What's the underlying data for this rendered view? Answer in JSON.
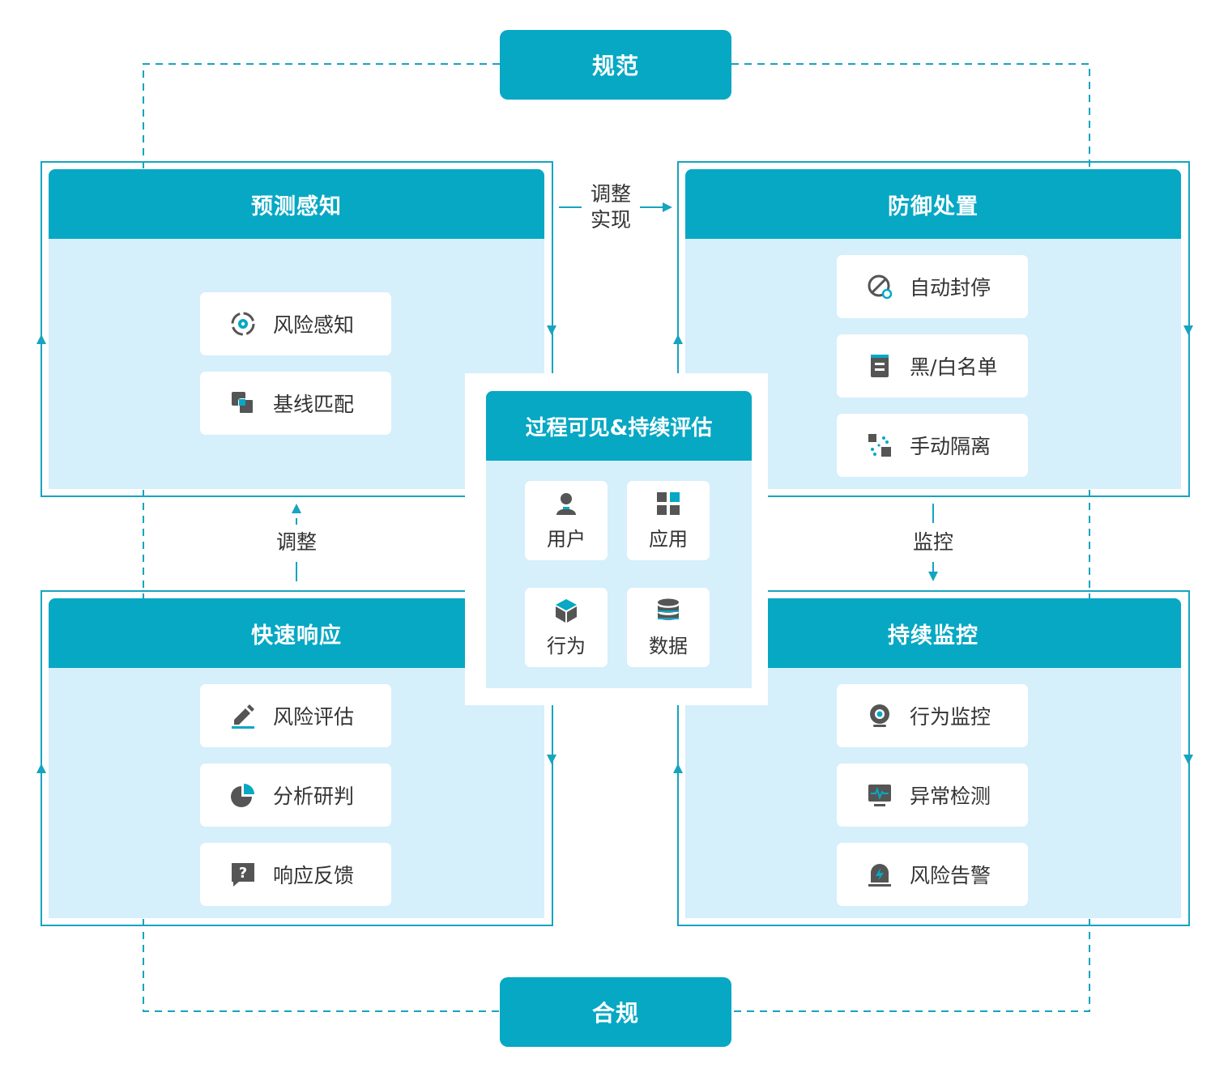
{
  "top_pill": "规范",
  "bottom_pill": "合规",
  "panels": {
    "top_left": {
      "title": "预测感知",
      "items": [
        {
          "label": "风险感知",
          "icon": "target-icon"
        },
        {
          "label": "基线匹配",
          "icon": "layers-icon"
        }
      ]
    },
    "top_right": {
      "title": "防御处置",
      "items": [
        {
          "label": "自动封停",
          "icon": "ban-icon"
        },
        {
          "label": "黑/白名单",
          "icon": "list-icon"
        },
        {
          "label": "手动隔离",
          "icon": "isolate-icon"
        }
      ]
    },
    "bottom_left": {
      "title": "快速响应",
      "items": [
        {
          "label": "风险评估",
          "icon": "pencil-icon"
        },
        {
          "label": "分析研判",
          "icon": "pie-chart-icon"
        },
        {
          "label": "响应反馈",
          "icon": "question-icon"
        }
      ]
    },
    "bottom_right": {
      "title": "持续监控",
      "items": [
        {
          "label": "行为监控",
          "icon": "camera-icon"
        },
        {
          "label": "异常检测",
          "icon": "monitor-pulse-icon"
        },
        {
          "label": "风险告警",
          "icon": "alarm-icon"
        }
      ]
    }
  },
  "center": {
    "title": "过程可见&持续评估",
    "tiles": [
      {
        "label": "用户",
        "icon": "user-icon"
      },
      {
        "label": "应用",
        "icon": "apps-grid-icon"
      },
      {
        "label": "行为",
        "icon": "cube-icon"
      },
      {
        "label": "数据",
        "icon": "database-icon"
      }
    ]
  },
  "connectors": {
    "top_label_line1": "调整",
    "top_label_line2": "实现",
    "left_label": "调整",
    "right_label": "监控"
  },
  "colors": {
    "accent": "#06a8c4",
    "panel_bg": "#d5effb",
    "icon_gray": "#555555"
  }
}
